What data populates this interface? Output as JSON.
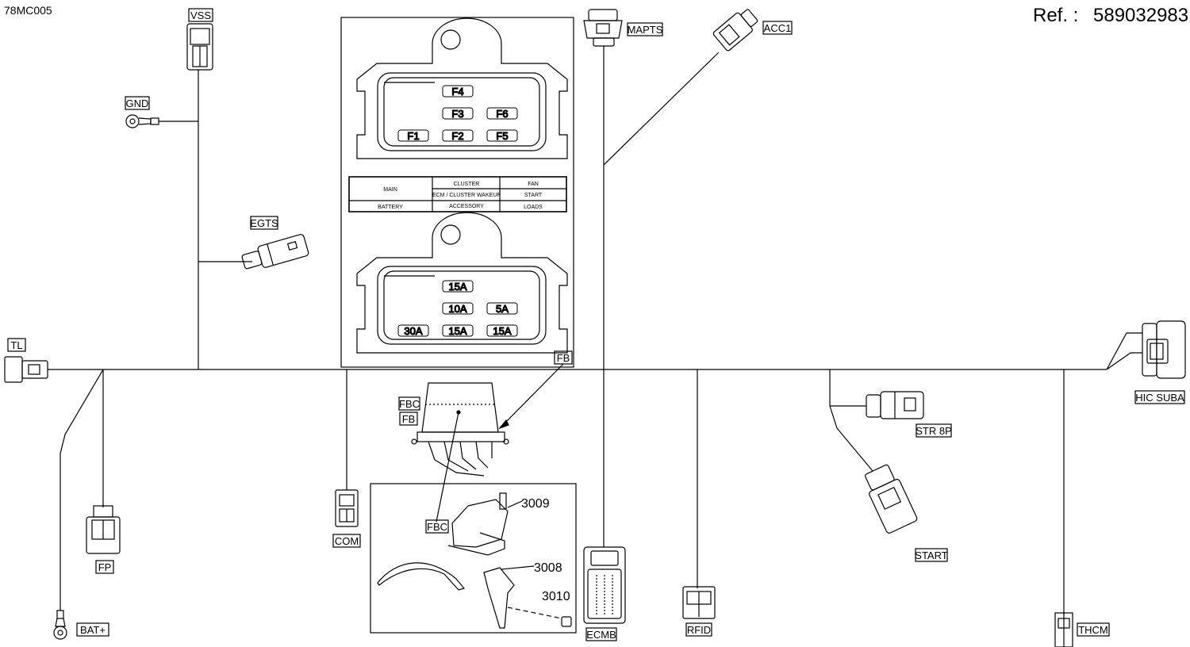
{
  "header": {
    "drawing_code": "78MC005",
    "ref_label": "Ref. :",
    "ref_number": "589032983"
  },
  "connectors": {
    "vss": "VSS",
    "gnd": "GND",
    "egts": "EGTS",
    "tl": "TL",
    "fp": "FP",
    "bat_plus": "BAT+",
    "com": "COM",
    "mapts": "MAPTS",
    "acc1": "ACC1",
    "fb": "FB",
    "fbc": "FBC",
    "fb2": "FB",
    "fbc2": "FBC",
    "ecmb": "ECMB",
    "rfid": "RFID",
    "str_8p": "STR 8P",
    "start": "START",
    "thcm": "THCM",
    "hic_suba": "HIC  SUBA"
  },
  "parts": {
    "p3009": "3009",
    "p3008": "3008",
    "p3010": "3010"
  },
  "fuse_box": {
    "fuse_ids": [
      "F4",
      "F3",
      "F6",
      "F1",
      "F2",
      "F5"
    ],
    "fuse_ratings": [
      "15A",
      "10A",
      "5A",
      "30A",
      "15A",
      "15A"
    ],
    "legend": {
      "main": "MAIN",
      "battery": "BATTERY",
      "cluster": "CLUSTER",
      "ecm_wakeup": "ECM / CLUSTER WAKEUP",
      "accessory": "ACCESSORY",
      "fan": "FAN",
      "start": "START",
      "loads": "LOADS"
    }
  }
}
